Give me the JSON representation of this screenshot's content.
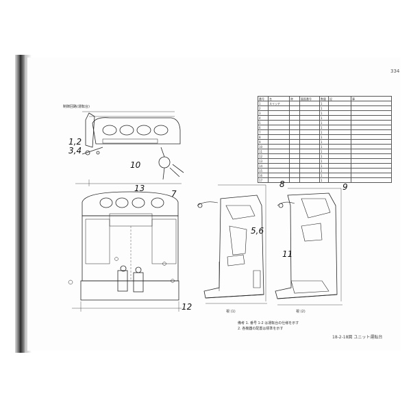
{
  "page_number": "334",
  "drawing_title": "制御回路(運転台)",
  "big_numbers": [
    "1,2",
    "3,4",
    "10",
    "13",
    "7",
    "5,6",
    "11",
    "12",
    "8",
    "9"
  ],
  "view_labels": [
    "視 (1)",
    "視 (2)"
  ],
  "notes": [
    "備考  1. 番号 1-2 は運転台の仕様を示す",
    "2. 各機器の配置は標準を示す"
  ],
  "caption": "18-2-18図  ユニット運転台",
  "table": {
    "headers": [
      "番号",
      "名",
      "称",
      "図面番号",
      "数量",
      "記",
      "事"
    ],
    "rows": [
      [
        "1",
        "スイッチ",
        "",
        "",
        "1",
        "",
        ""
      ],
      [
        "2",
        "",
        "",
        "",
        "1",
        "",
        ""
      ],
      [
        "3",
        "",
        "",
        "",
        "1",
        "",
        ""
      ],
      [
        "4",
        "",
        "",
        "",
        "1",
        "",
        ""
      ],
      [
        "5",
        "",
        "",
        "",
        "1",
        "",
        ""
      ],
      [
        "6",
        "",
        "",
        "",
        "1",
        "",
        ""
      ],
      [
        "7",
        "",
        "",
        "",
        "1",
        "",
        ""
      ],
      [
        "8",
        "",
        "",
        "",
        "1",
        "",
        ""
      ],
      [
        "9",
        "",
        "",
        "",
        "1",
        "",
        ""
      ],
      [
        "10",
        "",
        "",
        "",
        "1",
        "",
        ""
      ],
      [
        "11",
        "",
        "",
        "",
        "1",
        "",
        ""
      ],
      [
        "12",
        "",
        "",
        "",
        "1",
        "",
        ""
      ],
      [
        "13",
        "",
        "",
        "",
        "1",
        "",
        ""
      ],
      [
        "14",
        "",
        "",
        "",
        "1",
        "",
        ""
      ],
      [
        "15",
        "",
        "",
        "",
        "1",
        "",
        ""
      ],
      [
        "16",
        "",
        "",
        "",
        "1",
        "",
        ""
      ],
      [
        "17",
        "",
        "",
        "",
        "1",
        "",
        ""
      ]
    ]
  },
  "colors": {
    "ink": "#222222",
    "paper": "#fdfdfd"
  }
}
